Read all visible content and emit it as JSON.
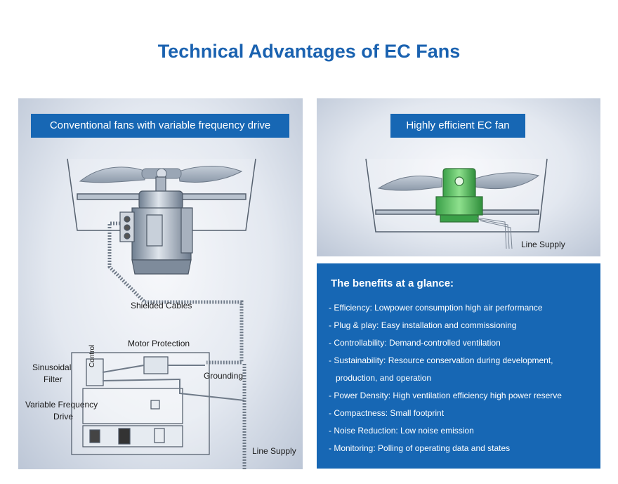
{
  "page_title": "Technical Advantages of EC Fans",
  "left_panel": {
    "banner": "Conventional fans with variable frequency drive",
    "labels": {
      "shielded_cables": "Shielded Cables",
      "motor_protection": "Motor Protection",
      "sinusoidal_filter_line1": "Sinusoidal",
      "sinusoidal_filter_line2": "Filter",
      "grounding": "Grounding",
      "vfd_line1": "Variable Frequency",
      "vfd_line2": "Drive",
      "line_supply": "Line Supply",
      "control": "Control"
    }
  },
  "right_panel": {
    "banner": "Highly efficient EC fan",
    "line_supply": "Line Supply"
  },
  "benefits": {
    "heading": "The benefits at a glance:",
    "items": [
      "- Efficiency: Lowpower consumption high air performance",
      "- Plug & play: Easy installation and commissioning",
      "- Controllability: Demand-controlled ventilation",
      "- Sustainability: Resource conservation during development,",
      "production, and operation",
      "- Power Density: High ventilation efficiency high power reserve",
      "- Compactness: Small footprint",
      "- Noise Reduction: Low noise emission",
      "- Monitoring: Polling of operating data and states"
    ]
  },
  "colors": {
    "brand_blue": "#1767b4",
    "title_blue": "#1a62b0",
    "ec_green": "#4cc25a"
  }
}
